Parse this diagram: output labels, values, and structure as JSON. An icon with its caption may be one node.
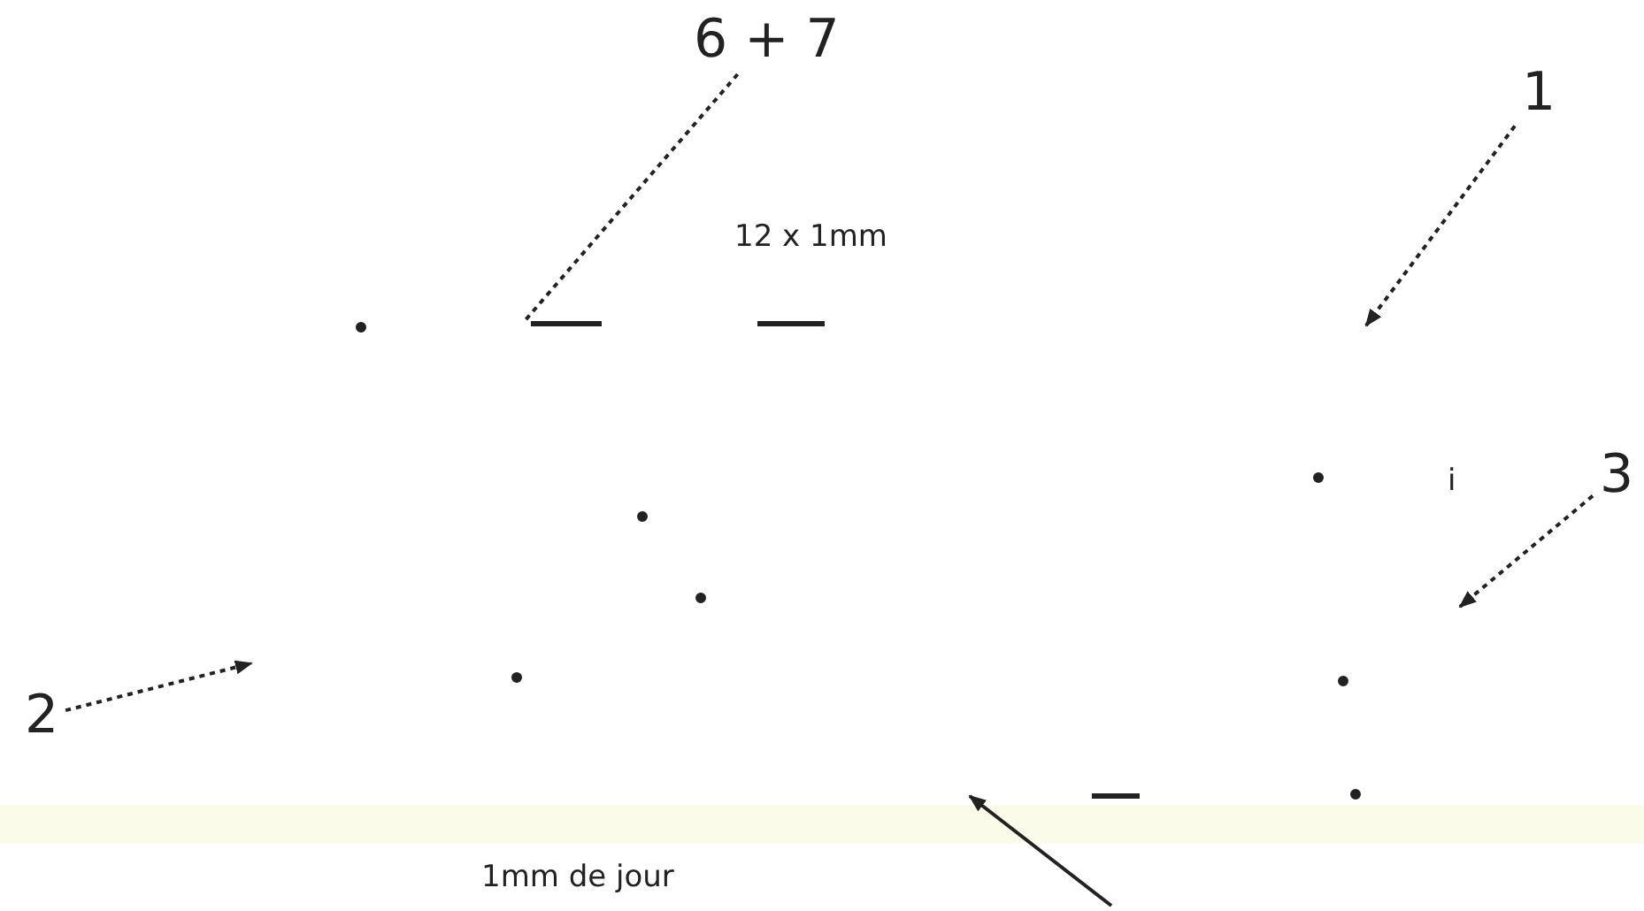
{
  "diagram": {
    "nodes": [
      {
        "text": [
          "6 + 7"
        ]
      },
      {
        "text": [
          "1"
        ]
      },
      {
        "text": [
          "3"
        ]
      },
      {
        "text": [
          "2"
        ]
      }
    ],
    "edges": [
      {
        "from": 0,
        "to": null,
        "arrow": "none"
      },
      {
        "from": 1,
        "to": null,
        "arrow": "to"
      },
      {
        "from": 2,
        "to": null,
        "arrow": "to"
      },
      {
        "from": 3,
        "to": null,
        "arrow": "to"
      }
    ],
    "labels": [
      "12 x 1mm",
      "i",
      "1mm de jour"
    ]
  }
}
